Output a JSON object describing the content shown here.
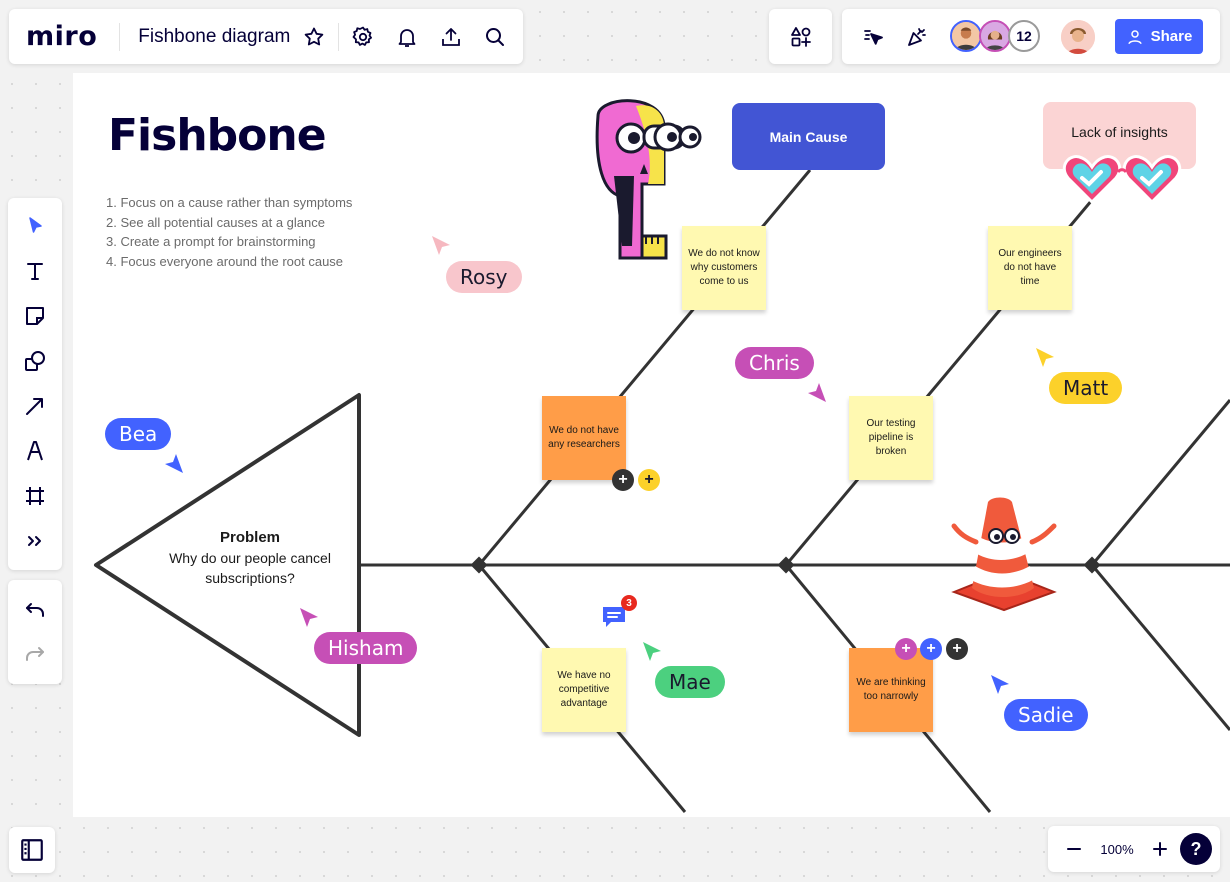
{
  "app": {
    "logo": "miro",
    "board_title": "Fishbone diagram"
  },
  "topbar": {
    "collaborator_count": "12",
    "share_label": "Share"
  },
  "canvas": {
    "title": "Fishbone",
    "steps": [
      "1. Focus on a cause rather than symptoms",
      "2. See all potential causes at a glance",
      "3. Create a prompt for brainstorming",
      "4. Focus everyone around the root cause"
    ],
    "main_cause": "Main Cause",
    "insights": "Lack of insights",
    "problem": {
      "title": "Problem",
      "text": "Why do our people cancel subscriptions?"
    },
    "stickies": {
      "s1": "We do not know why customers come to us",
      "s2": "Our engineers do not have time",
      "s3": "We do not have any researchers",
      "s4": "Our testing pipeline is broken",
      "s5": "We have no competitive advantage",
      "s6": "We are thinking too narrowly"
    },
    "comment_badge": "3"
  },
  "cursors": {
    "rosy": {
      "name": "Rosy",
      "color": "#f8c6cc",
      "arrow": "#f6b8c0"
    },
    "chris": {
      "name": "Chris",
      "color": "#c64fb6",
      "arrow": "#c64fb6"
    },
    "matt": {
      "name": "Matt",
      "color": "#fcd12a",
      "arrow": "#fcd12a"
    },
    "bea": {
      "name": "Bea",
      "color": "#4262ff",
      "arrow": "#4262ff"
    },
    "hisham": {
      "name": "Hisham",
      "color": "#c64fb6",
      "arrow": "#c64fb6"
    },
    "mae": {
      "name": "Mae",
      "color": "#4cd07f",
      "arrow": "#4cd07f"
    },
    "sadie": {
      "name": "Sadie",
      "color": "#4262ff",
      "arrow": "#4262ff"
    }
  },
  "zoom": {
    "level": "100%",
    "help": "?"
  },
  "colors": {
    "accent": "#4262ff",
    "brand_dark": "#050038"
  }
}
